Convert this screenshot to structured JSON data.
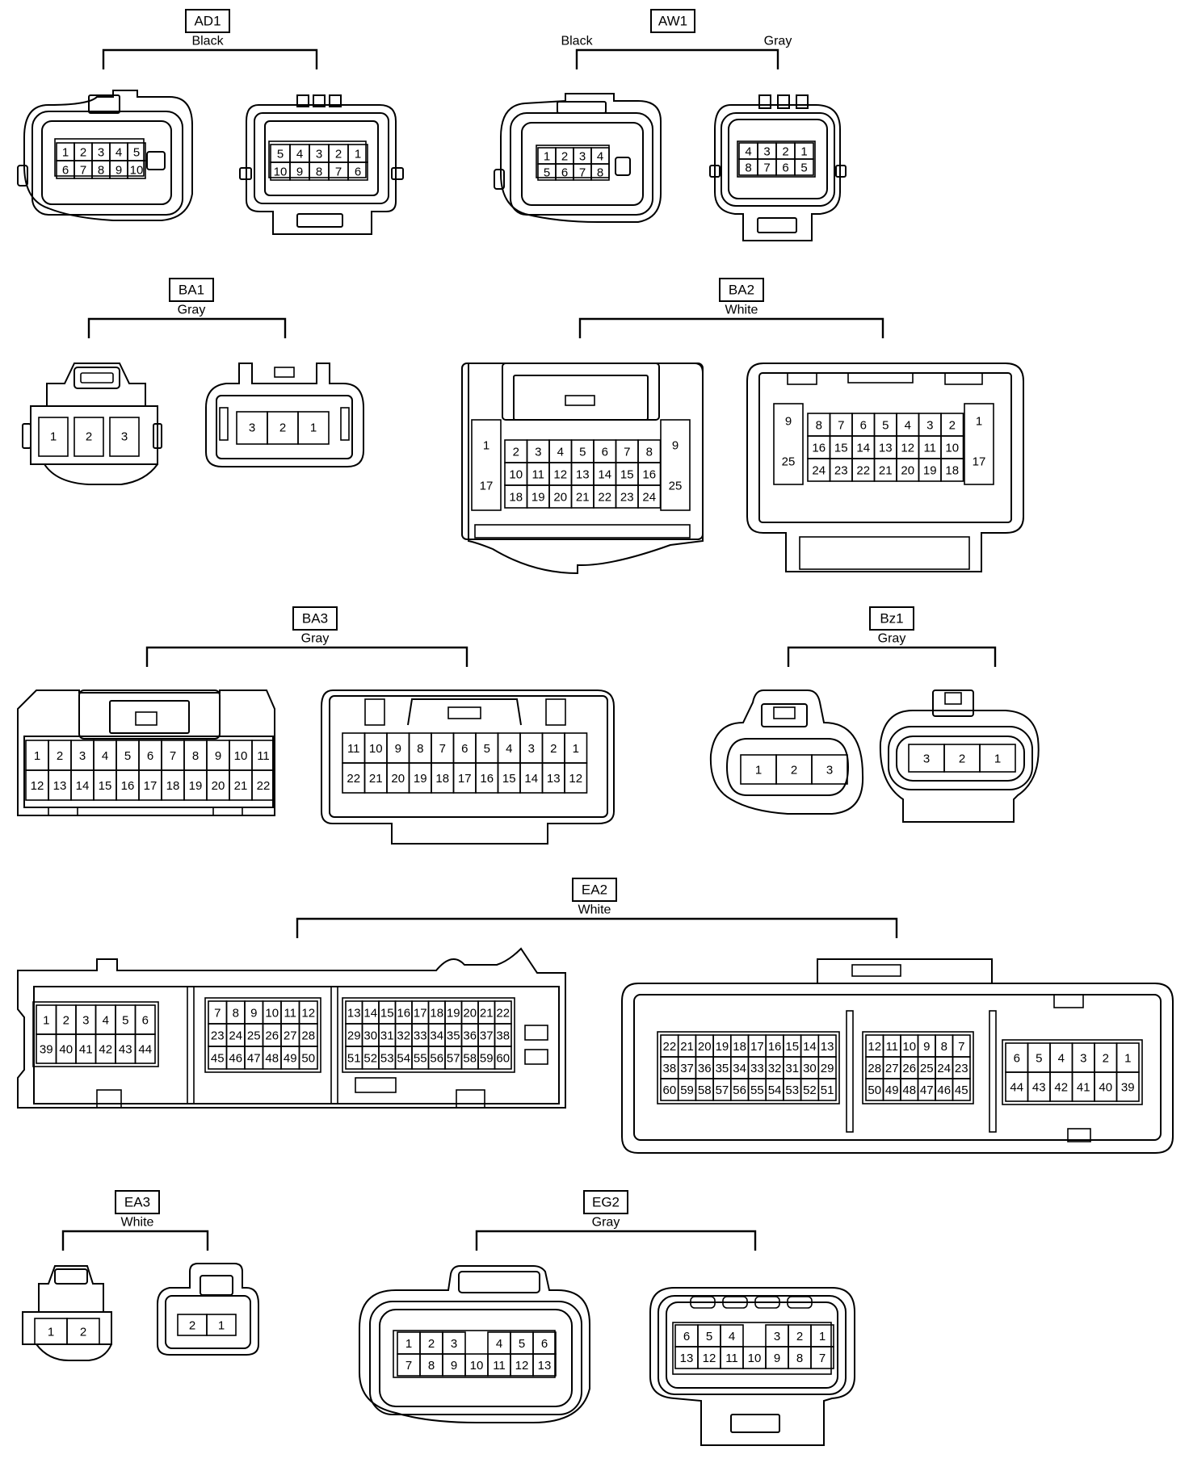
{
  "connectors": [
    {
      "id": "AD1",
      "color": "Black",
      "views": [
        {
          "rows": [
            [
              "1",
              "2",
              "3",
              "4",
              "5"
            ],
            [
              "6",
              "7",
              "8",
              "9",
              "10"
            ]
          ]
        },
        {
          "rows": [
            [
              "5",
              "4",
              "3",
              "2",
              "1"
            ],
            [
              "10",
              "9",
              "8",
              "7",
              "6"
            ]
          ]
        }
      ]
    },
    {
      "id": "AW1",
      "color": "",
      "views": [
        {
          "color": "Black",
          "rows": [
            [
              "1",
              "2",
              "3",
              "4"
            ],
            [
              "5",
              "6",
              "7",
              "8"
            ]
          ]
        },
        {
          "color": "Gray",
          "rows": [
            [
              "4",
              "3",
              "2",
              "1"
            ],
            [
              "8",
              "7",
              "6",
              "5"
            ]
          ]
        }
      ]
    },
    {
      "id": "BA1",
      "color": "Gray",
      "views": [
        {
          "rows": [
            [
              "1",
              "2",
              "3"
            ]
          ]
        },
        {
          "rows": [
            [
              "3",
              "2",
              "1"
            ]
          ]
        }
      ]
    },
    {
      "id": "BA2",
      "color": "White",
      "views": [
        {
          "left": [
            "1",
            "17"
          ],
          "right": [
            "9",
            "25"
          ],
          "rows": [
            [
              "2",
              "3",
              "4",
              "5",
              "6",
              "7",
              "8"
            ],
            [
              "10",
              "11",
              "12",
              "13",
              "14",
              "15",
              "16"
            ],
            [
              "18",
              "19",
              "20",
              "21",
              "22",
              "23",
              "24"
            ]
          ]
        },
        {
          "left": [
            "9",
            "25"
          ],
          "right": [
            "1",
            "17"
          ],
          "rows": [
            [
              "8",
              "7",
              "6",
              "5",
              "4",
              "3",
              "2"
            ],
            [
              "16",
              "15",
              "14",
              "13",
              "12",
              "11",
              "10"
            ],
            [
              "24",
              "23",
              "22",
              "21",
              "20",
              "19",
              "18"
            ]
          ]
        }
      ]
    },
    {
      "id": "BA3",
      "color": "Gray",
      "views": [
        {
          "rows": [
            [
              "1",
              "2",
              "3",
              "4",
              "5",
              "6",
              "7",
              "8",
              "9",
              "10",
              "11"
            ],
            [
              "12",
              "13",
              "14",
              "15",
              "16",
              "17",
              "18",
              "19",
              "20",
              "21",
              "22"
            ]
          ]
        },
        {
          "rows": [
            [
              "11",
              "10",
              "9",
              "8",
              "7",
              "6",
              "5",
              "4",
              "3",
              "2",
              "1"
            ],
            [
              "22",
              "21",
              "20",
              "19",
              "18",
              "17",
              "16",
              "15",
              "14",
              "13",
              "12"
            ]
          ]
        }
      ]
    },
    {
      "id": "Bz1",
      "color": "Gray",
      "views": [
        {
          "rows": [
            [
              "1",
              "2",
              "3"
            ]
          ]
        },
        {
          "rows": [
            [
              "3",
              "2",
              "1"
            ]
          ]
        }
      ]
    },
    {
      "id": "EA2",
      "color": "White",
      "views": [
        {
          "blocks": [
            [
              [
                "1",
                "2",
                "3",
                "4",
                "5",
                "6"
              ],
              [
                "39",
                "40",
                "41",
                "42",
                "43",
                "44"
              ]
            ],
            [
              [
                "7",
                "8",
                "9",
                "10",
                "11",
                "12"
              ],
              [
                "23",
                "24",
                "25",
                "26",
                "27",
                "28"
              ],
              [
                "45",
                "46",
                "47",
                "48",
                "49",
                "50"
              ]
            ],
            [
              [
                "13",
                "14",
                "15",
                "16",
                "17",
                "18",
                "19",
                "20",
                "21",
                "22"
              ],
              [
                "29",
                "30",
                "31",
                "32",
                "33",
                "34",
                "35",
                "36",
                "37",
                "38"
              ],
              [
                "51",
                "52",
                "53",
                "54",
                "55",
                "56",
                "57",
                "58",
                "59",
                "60"
              ]
            ]
          ]
        },
        {
          "blocks": [
            [
              [
                "22",
                "21",
                "20",
                "19",
                "18",
                "17",
                "16",
                "15",
                "14",
                "13"
              ],
              [
                "38",
                "37",
                "36",
                "35",
                "34",
                "33",
                "32",
                "31",
                "30",
                "29"
              ],
              [
                "60",
                "59",
                "58",
                "57",
                "56",
                "55",
                "54",
                "53",
                "52",
                "51"
              ]
            ],
            [
              [
                "12",
                "11",
                "10",
                "9",
                "8",
                "7"
              ],
              [
                "28",
                "27",
                "26",
                "25",
                "24",
                "23"
              ],
              [
                "50",
                "49",
                "48",
                "47",
                "46",
                "45"
              ]
            ],
            [
              [
                "6",
                "5",
                "4",
                "3",
                "2",
                "1"
              ],
              [
                "44",
                "43",
                "42",
                "41",
                "40",
                "39"
              ]
            ]
          ]
        }
      ]
    },
    {
      "id": "EA3",
      "color": "White",
      "views": [
        {
          "rows": [
            [
              "1",
              "2"
            ]
          ]
        },
        {
          "rows": [
            [
              "2",
              "1"
            ]
          ]
        }
      ]
    },
    {
      "id": "EG2",
      "color": "Gray",
      "views": [
        {
          "rows": [
            [
              "1",
              "2",
              "3",
              "",
              "4",
              "5",
              "6"
            ],
            [
              "7",
              "8",
              "9",
              "10",
              "11",
              "12",
              "13"
            ]
          ]
        },
        {
          "rows": [
            [
              "6",
              "5",
              "4",
              "",
              "3",
              "2",
              "1"
            ],
            [
              "13",
              "12",
              "11",
              "10",
              "9",
              "8",
              "7"
            ]
          ]
        }
      ]
    }
  ]
}
